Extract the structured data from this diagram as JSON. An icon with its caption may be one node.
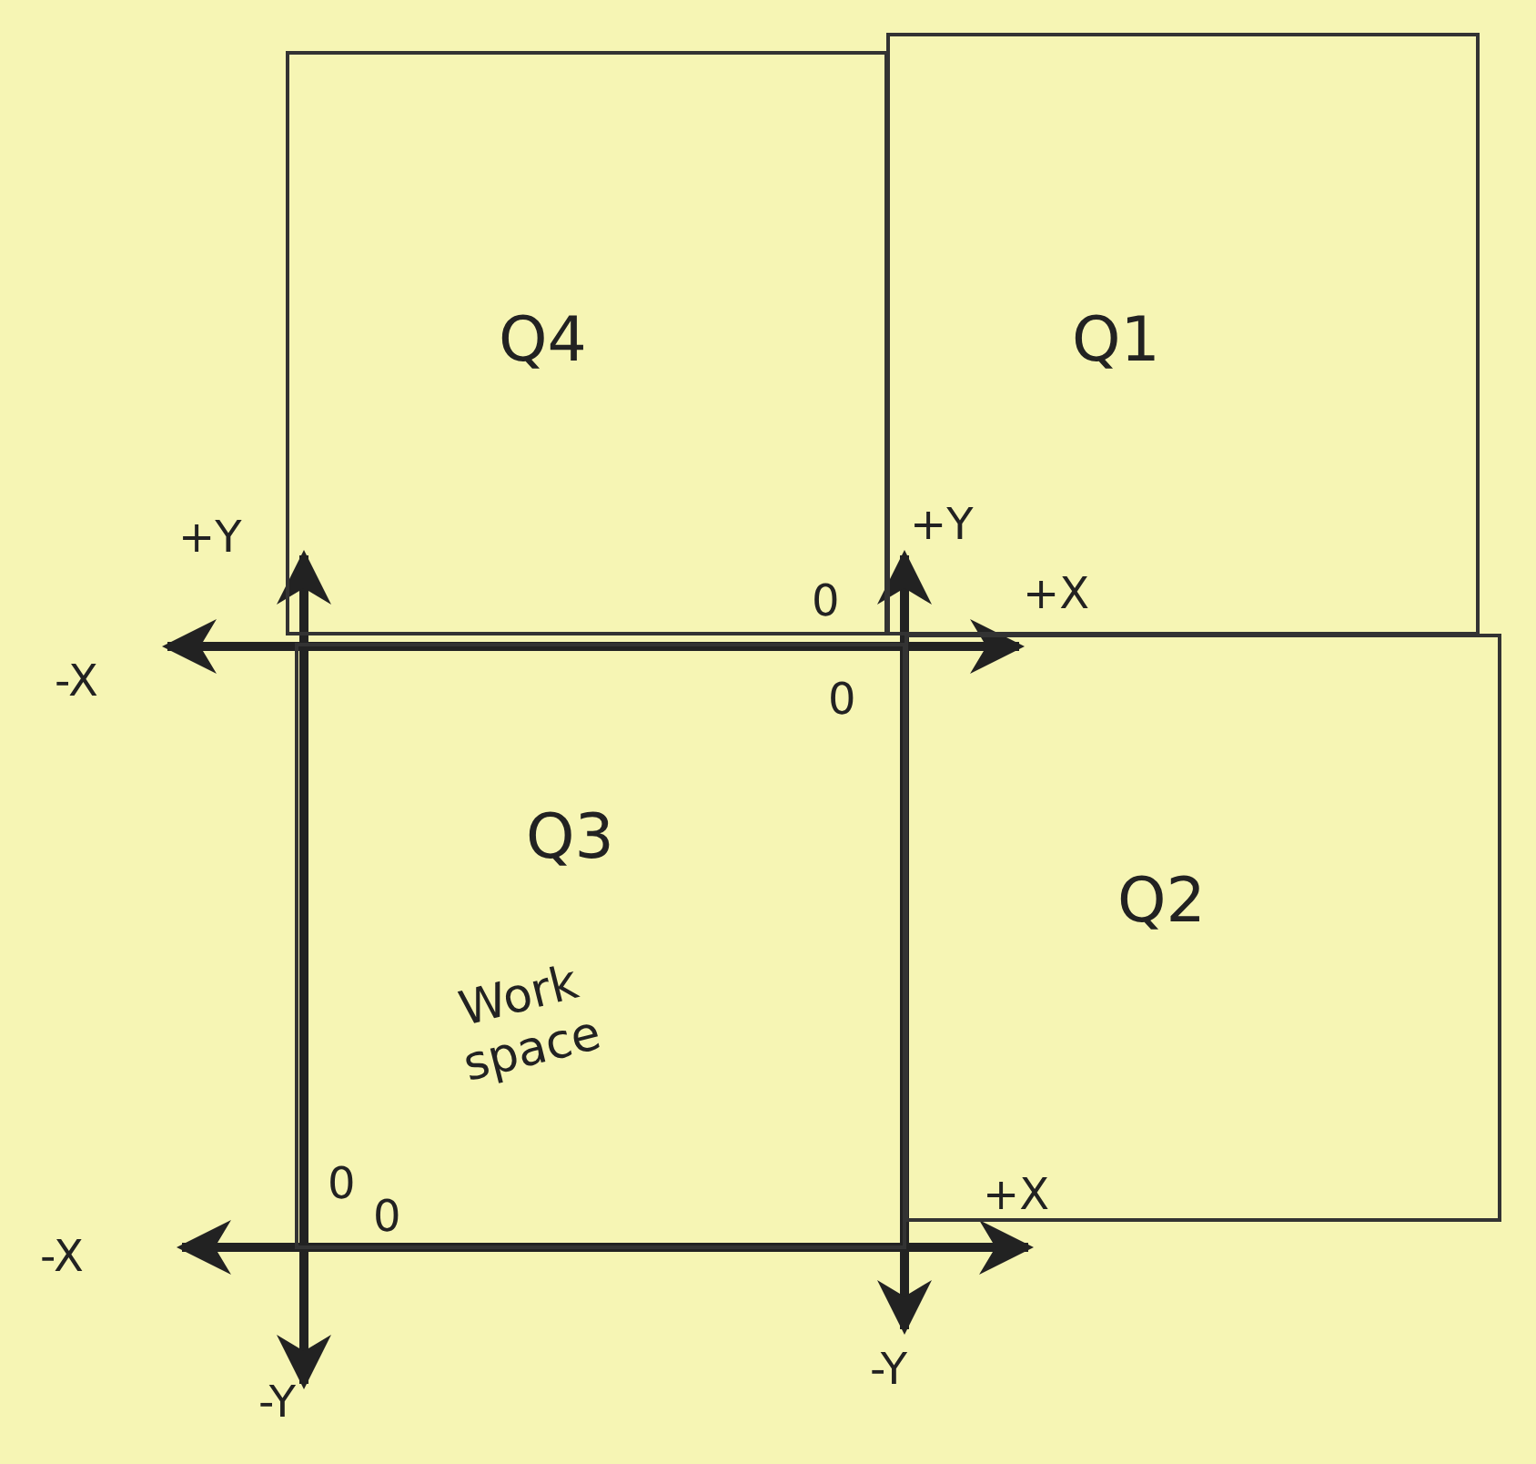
{
  "diagram": {
    "nodes": [
      {
        "text": [
          "Q4"
        ]
      },
      {
        "text": [
          "Q1"
        ]
      },
      {
        "text": [
          "Q3",
          "Work space"
        ]
      },
      {
        "text": [
          "Q2"
        ]
      }
    ],
    "labels": [
      "+Y",
      "+Y",
      "+X",
      "0",
      "-X",
      "0",
      "0",
      "0",
      "+X",
      "-X",
      "-Y",
      "-Y"
    ]
  }
}
